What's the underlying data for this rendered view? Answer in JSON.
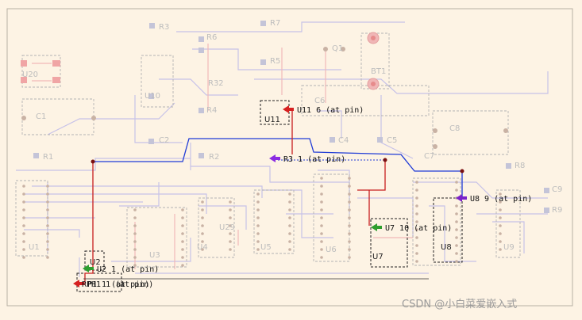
{
  "board": {
    "component_labels": [
      {
        "id": "R3_top",
        "text": "R3"
      },
      {
        "id": "R7",
        "text": "R7"
      },
      {
        "id": "R6",
        "text": "R6"
      },
      {
        "id": "U20",
        "text": "U20"
      },
      {
        "id": "R5",
        "text": "R5"
      },
      {
        "id": "Q1",
        "text": "Q1"
      },
      {
        "id": "BT1",
        "text": "BT1"
      },
      {
        "id": "U10",
        "text": "U10"
      },
      {
        "id": "R32",
        "text": "R32"
      },
      {
        "id": "C6",
        "text": "C6"
      },
      {
        "id": "C1",
        "text": "C1"
      },
      {
        "id": "R4",
        "text": "R4"
      },
      {
        "id": "U11",
        "text": "U11"
      },
      {
        "id": "C8",
        "text": "C8"
      },
      {
        "id": "C2",
        "text": "C2"
      },
      {
        "id": "C4",
        "text": "C4"
      },
      {
        "id": "C5",
        "text": "C5"
      },
      {
        "id": "R1",
        "text": "R1"
      },
      {
        "id": "R2",
        "text": "R2"
      },
      {
        "id": "C7",
        "text": "C7"
      },
      {
        "id": "R8",
        "text": "R8"
      },
      {
        "id": "C9",
        "text": "C9"
      },
      {
        "id": "R9",
        "text": "R9"
      },
      {
        "id": "U29",
        "text": "U29"
      },
      {
        "id": "U1",
        "text": "U1"
      },
      {
        "id": "U3",
        "text": "U3"
      },
      {
        "id": "U4",
        "text": "U4"
      },
      {
        "id": "U5",
        "text": "U5"
      },
      {
        "id": "U6",
        "text": "U6"
      },
      {
        "id": "U7",
        "text": "U7"
      },
      {
        "id": "U8",
        "text": "U8"
      },
      {
        "id": "U9",
        "text": "U9"
      },
      {
        "id": "U2",
        "text": "U2"
      }
    ],
    "markers": [
      {
        "id": "u11",
        "text": "U11 6 (at pin)",
        "color": "#d62020"
      },
      {
        "id": "r3",
        "text": "R3 1 (at pin)",
        "color": "#8a2be2"
      },
      {
        "id": "u8",
        "text": "U8 9 (at pin)",
        "color": "#7b22c9"
      },
      {
        "id": "u7",
        "text": "U7 10 (at pin)",
        "color": "#2e9e2e"
      },
      {
        "id": "u2",
        "text": "U2 1 (at pin)",
        "color": "#2e9e2e"
      },
      {
        "id": "j1",
        "text": "P1 1 (at pin)",
        "color": "#d62020"
      }
    ],
    "overlap_label": "RPH1 1 (at pin)",
    "colors": {
      "background": "#fdf3e4",
      "route_blue": "#1f3bd6",
      "route_red": "#c81e1e",
      "outline_grey": "#a9a9a9",
      "trace_lavender": "#c3bde6",
      "trace_pink": "#f2b3b3"
    }
  },
  "watermark": "CSDN @小白菜爱嵌入式"
}
